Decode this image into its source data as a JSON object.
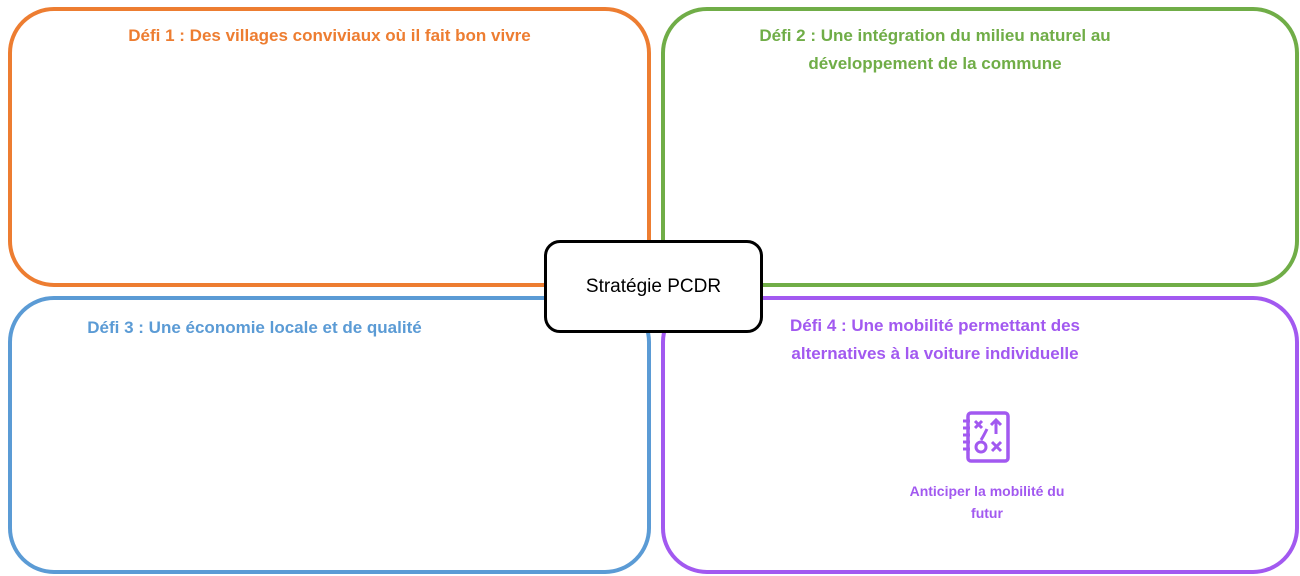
{
  "center": {
    "label": "Stratégie PCDR"
  },
  "defis": [
    {
      "title": "Défi 1 : Des villages conviviaux où il fait bon vivre",
      "color": "#ED7D31"
    },
    {
      "title": "Défi 2 : Une intégration du milieu naturel au\ndéveloppement de la commune",
      "color": "#70AD47"
    },
    {
      "title": "Défi 3 : Une économie locale et de qualité",
      "color": "#5B9BD5"
    },
    {
      "title": "Défi 4 : Une mobilité permettant des\nalternatives à la voiture individuelle",
      "color": "#A259F0",
      "actions": [
        {
          "icon": "strategy-notebook-icon",
          "label": "Anticiper la mobilité du\nfutur"
        }
      ]
    }
  ]
}
